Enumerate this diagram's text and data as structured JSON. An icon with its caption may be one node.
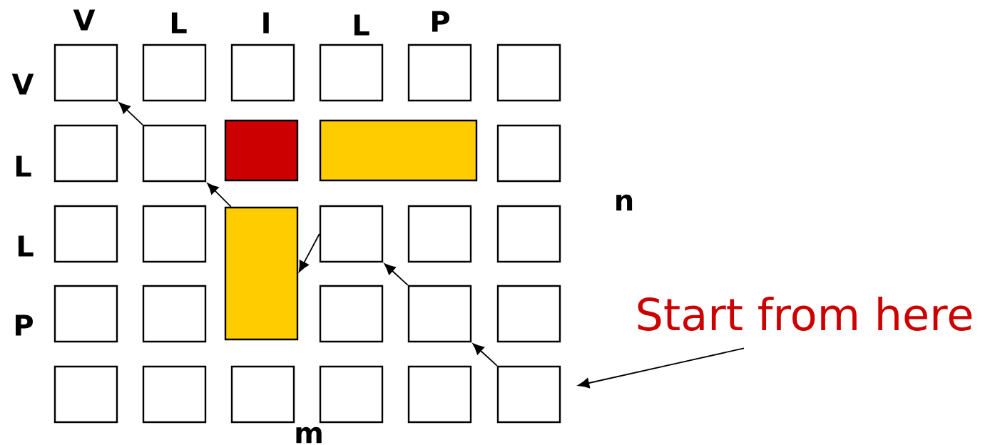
{
  "diagram": {
    "nodes": [
      {
        "text": [],
        "shape": "box"
      },
      {
        "text": [],
        "shape": "box"
      },
      {
        "text": [],
        "shape": "box"
      },
      {
        "text": [],
        "shape": "box"
      },
      {
        "text": [],
        "shape": "box"
      },
      {
        "text": [],
        "shape": "box"
      },
      {
        "text": [],
        "shape": "box"
      },
      {
        "text": [],
        "shape": "box"
      },
      {
        "text": [],
        "shape": "box"
      },
      {
        "text": [],
        "shape": "box"
      },
      {
        "text": [],
        "shape": "box"
      },
      {
        "text": [],
        "shape": "box"
      },
      {
        "text": [],
        "shape": "box"
      },
      {
        "text": [],
        "shape": "box"
      },
      {
        "text": [],
        "shape": "box"
      },
      {
        "text": [],
        "shape": "box"
      },
      {
        "text": [],
        "shape": "box"
      },
      {
        "text": [],
        "shape": "box"
      },
      {
        "text": [],
        "shape": "box"
      },
      {
        "text": [],
        "shape": "box"
      },
      {
        "text": [],
        "shape": "box"
      },
      {
        "text": [],
        "shape": "box"
      },
      {
        "text": [],
        "shape": "box"
      },
      {
        "text": [],
        "shape": "box"
      },
      {
        "text": [],
        "shape": "box"
      },
      {
        "text": [],
        "shape": "box"
      },
      {
        "text": [],
        "shape": "box"
      },
      {
        "text": [],
        "shape": "box"
      },
      {
        "text": [
          "Start from here"
        ]
      }
    ],
    "edges": [
      {
        "from": 27,
        "to": 20,
        "arrow": "to"
      },
      {
        "from": 20,
        "to": 14,
        "arrow": "to"
      },
      {
        "from": 14,
        "to": 13,
        "arrow": "to"
      },
      {
        "from": 13,
        "to": 7,
        "arrow": "to"
      },
      {
        "from": 7,
        "to": 0,
        "arrow": "to"
      },
      {
        "from": 28,
        "to": 27,
        "arrow": "to"
      }
    ],
    "labels": [
      "V",
      "L",
      "I",
      "L",
      "P",
      "V",
      "L",
      "L",
      "P",
      "n",
      "m"
    ]
  }
}
